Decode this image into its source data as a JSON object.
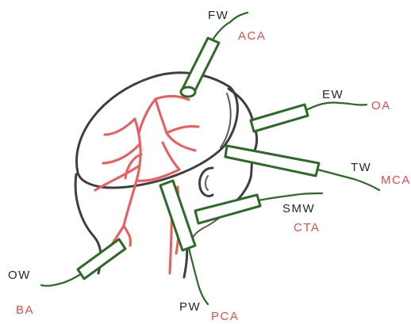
{
  "diagram": {
    "labels": {
      "fw": "FW",
      "aca": "ACA",
      "ew": "EW",
      "oa": "OA",
      "tw": "TW",
      "mca": "MCA",
      "smw": "SMW",
      "cta": "CTA",
      "ow": "OW",
      "ba": "BA",
      "pw": "PW",
      "pca": "PCA"
    },
    "colors": {
      "outline": "#3f3f3f",
      "vessels": "#f05a5a",
      "probes": "#2b6b25",
      "artery_labels": "#ee4b4b",
      "window_labels": "#1f2a22"
    }
  }
}
